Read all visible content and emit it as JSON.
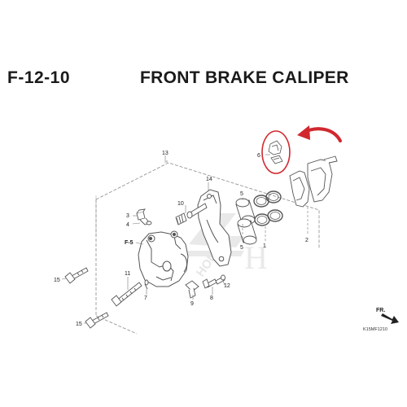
{
  "header": {
    "page_code": "F-12-10",
    "title": "FRONT BRAKE CALIPER"
  },
  "callouts": {
    "c1": "1",
    "c2": "2",
    "c3": "3",
    "c4": "4",
    "c5": "5",
    "c5b": "5",
    "c6": "6",
    "c7": "7",
    "c8": "8",
    "c9": "9",
    "c10": "10",
    "c11": "11",
    "c12": "12",
    "c13": "13",
    "c14": "14",
    "c15a": "15",
    "c15b": "15",
    "f5": "F-5"
  },
  "direction_label": "FR.",
  "diagram_code": "K15MF1210",
  "watermark": "HONDA",
  "colors": {
    "line": "#6e6e6e",
    "highlight": "#d0282e",
    "text": "#1a1a1a"
  }
}
